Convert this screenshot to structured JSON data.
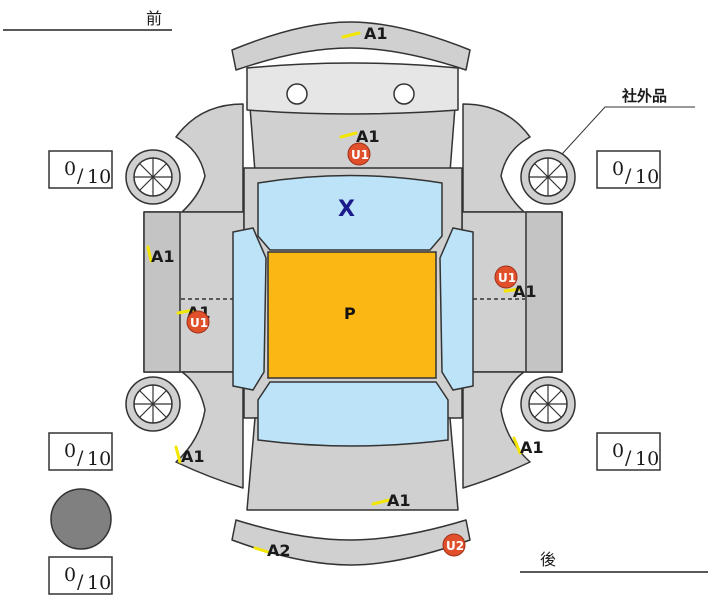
{
  "header": {
    "front_label": "前",
    "rear_label": "後"
  },
  "aftermarket_label": "社外品",
  "tire_tread": {
    "front_left": {
      "value": "0",
      "max": "10"
    },
    "front_right": {
      "value": "0",
      "max": "10"
    },
    "rear_left": {
      "value": "0",
      "max": "10"
    },
    "rear_right": {
      "value": "0",
      "max": "10"
    },
    "spare": {
      "value": "0",
      "max": "10"
    }
  },
  "panels": {
    "windshield_mark": "X",
    "roof_mark": "P"
  },
  "damage_codes": {
    "front_bumper": "A1",
    "hood": "A1",
    "left_front_fender": "A1",
    "left_door": "A1",
    "right_door": "A1",
    "left_rear_quarter": "A1",
    "right_rear_quarter": "A1",
    "trunk": "A1",
    "rear_bumper": "A2"
  },
  "dent_badges": {
    "hood": "U1",
    "left_door": "U1",
    "right_door": "U1",
    "rear_bumper": "U2"
  },
  "colors": {
    "body": "#d0d0d0",
    "glass": "#bde3f8",
    "roof": "#fbb714",
    "badge": "#e0502a",
    "marker": "#f2e600",
    "outline": "#333333"
  }
}
